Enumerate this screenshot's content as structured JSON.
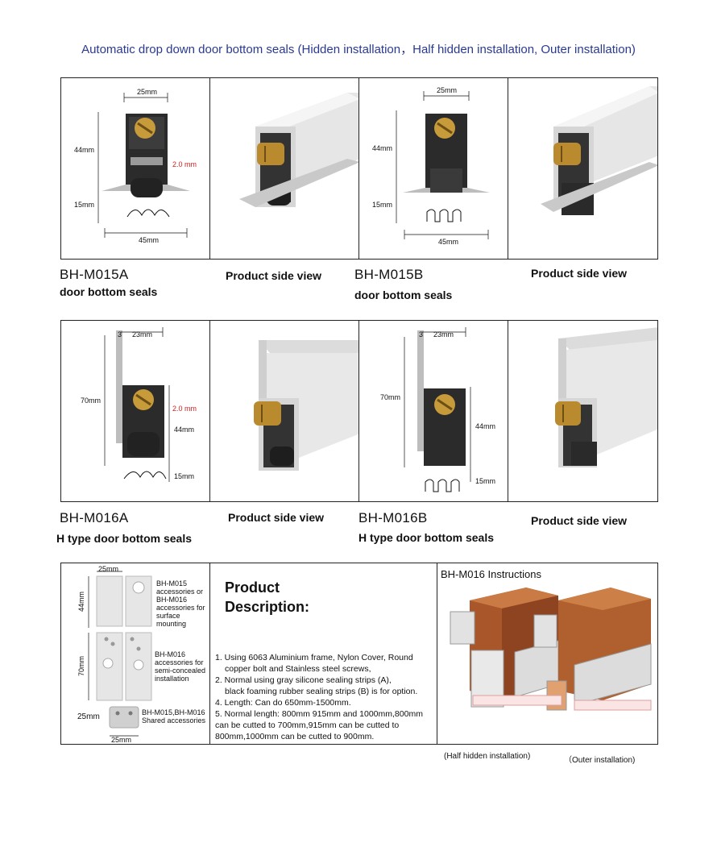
{
  "page_title": "Automatic drop down door bottom seals (Hidden installation，Half hidden installation, Outer installation)",
  "dims": {
    "w25": "25mm",
    "h44": "44mm",
    "h15": "15mm",
    "w45": "45mm",
    "gap": "2.0 mm",
    "w23": "23mm",
    "h70": "70mm",
    "three": "3"
  },
  "products": [
    {
      "model": "BH-M015A",
      "subtitle": "door bottom seals",
      "side": "Product side view"
    },
    {
      "model": "BH-M015B",
      "subtitle": "door bottom seals",
      "side": "Product side view"
    },
    {
      "model": "BH-M016A",
      "subtitle": "H type door bottom seals",
      "side": "Product side view"
    },
    {
      "model": "BH-M016B",
      "subtitle": "H type door bottom seals",
      "side": "Product side view"
    }
  ],
  "accessories": {
    "w25": "25mm",
    "h44": "44mm",
    "h70": "70mm",
    "label1": "BH-M015 accessories or BH-M016 accessories for surface mounting",
    "label2": "BH-M016 accessories for semi-concealed installation",
    "label3": "BH-M015,BH-M016 Shared accessories"
  },
  "description": {
    "title_line1": "Product",
    "title_line2": "Description:",
    "items": [
      "1. Using 6063 Aluminium frame, Nylon Cover, Round",
      "copper bolt and Stainless steel screws,",
      "2. Normal using gray silicone sealing strips (A),",
      "black foaming rubber sealing strips (B) is for option.",
      "4. Length: Can do 650mm-1500mm.",
      "5. Normal length: 800mm 915mm and 1000mm,800mm",
      "can be cutted to 700mm,915mm can be cutted to",
      "800mm,1000mm can be cutted to 900mm."
    ]
  },
  "instructions": {
    "title": "BH-M016 Instructions",
    "caption_left": "(Half hidden installation)",
    "caption_right": "（Outer installation)"
  }
}
